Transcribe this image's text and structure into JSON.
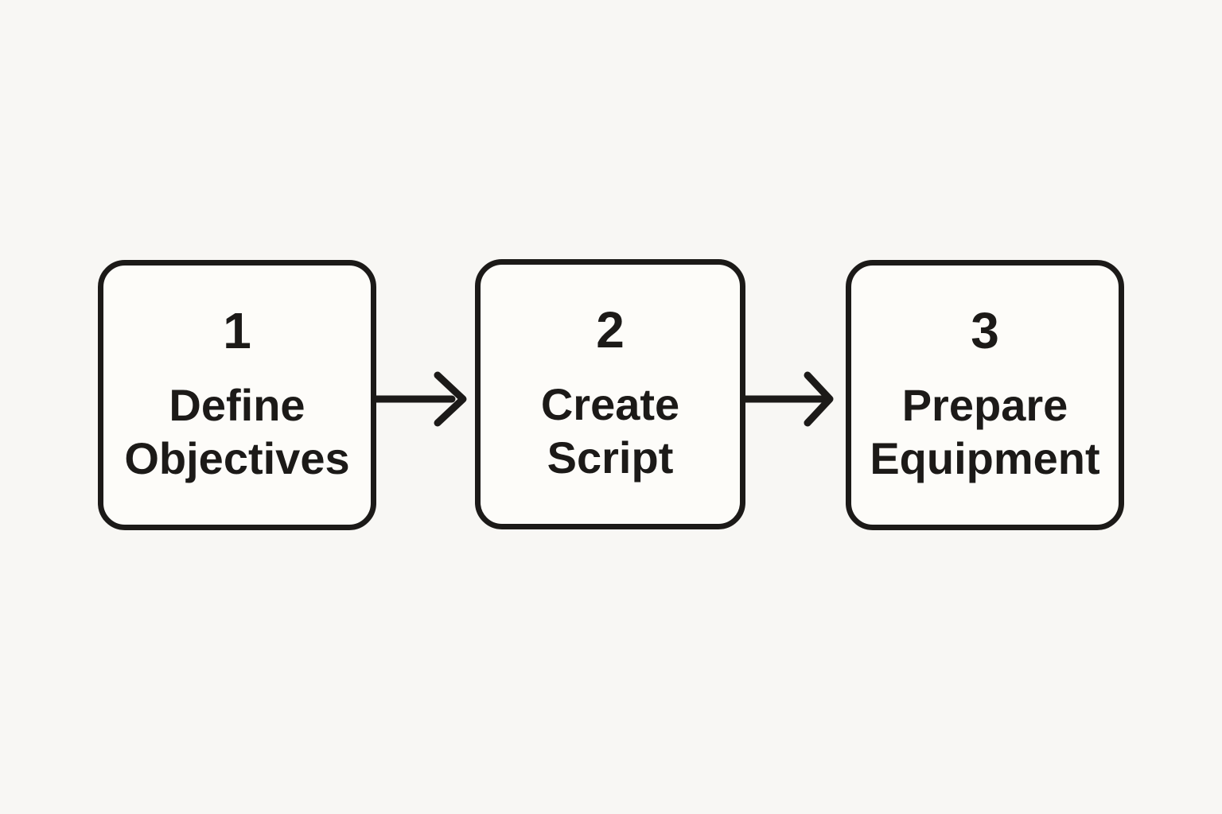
{
  "diagram": {
    "type": "flowchart",
    "direction": "left-to-right",
    "steps": [
      {
        "number": "1",
        "label": "Define Objectives"
      },
      {
        "number": "2",
        "label": "Create Script"
      },
      {
        "number": "3",
        "label": "Prepare Equipment"
      }
    ],
    "connectors": [
      {
        "from": "1",
        "to": "2",
        "style": "arrow-right"
      },
      {
        "from": "2",
        "to": "3",
        "style": "arrow-right"
      }
    ],
    "colors": {
      "background": "#f8f7f4",
      "box_fill": "#fdfcf9",
      "stroke": "#1c1a18",
      "text": "#1c1a18"
    }
  }
}
